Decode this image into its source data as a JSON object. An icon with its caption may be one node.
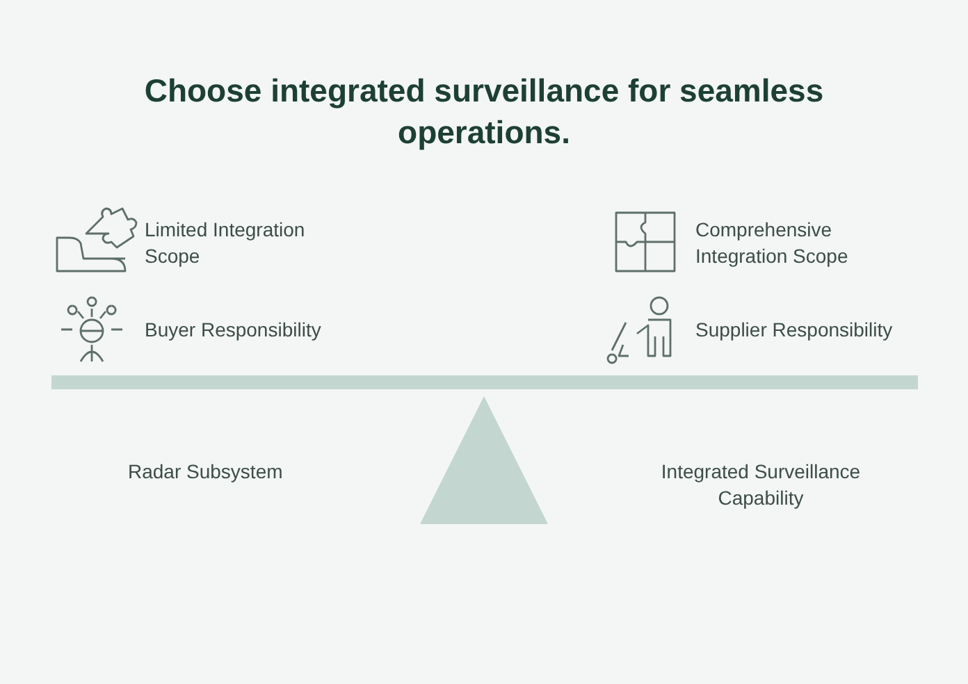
{
  "diagram": {
    "title": "Choose integrated surveillance for seamless operations.",
    "labels": [
      "Limited Integration Scope",
      "Comprehensive Integration Scope",
      "Buyer Responsibility",
      "Supplier Responsibility",
      "Radar Subsystem",
      "Integrated Surveillance Capability"
    ]
  }
}
